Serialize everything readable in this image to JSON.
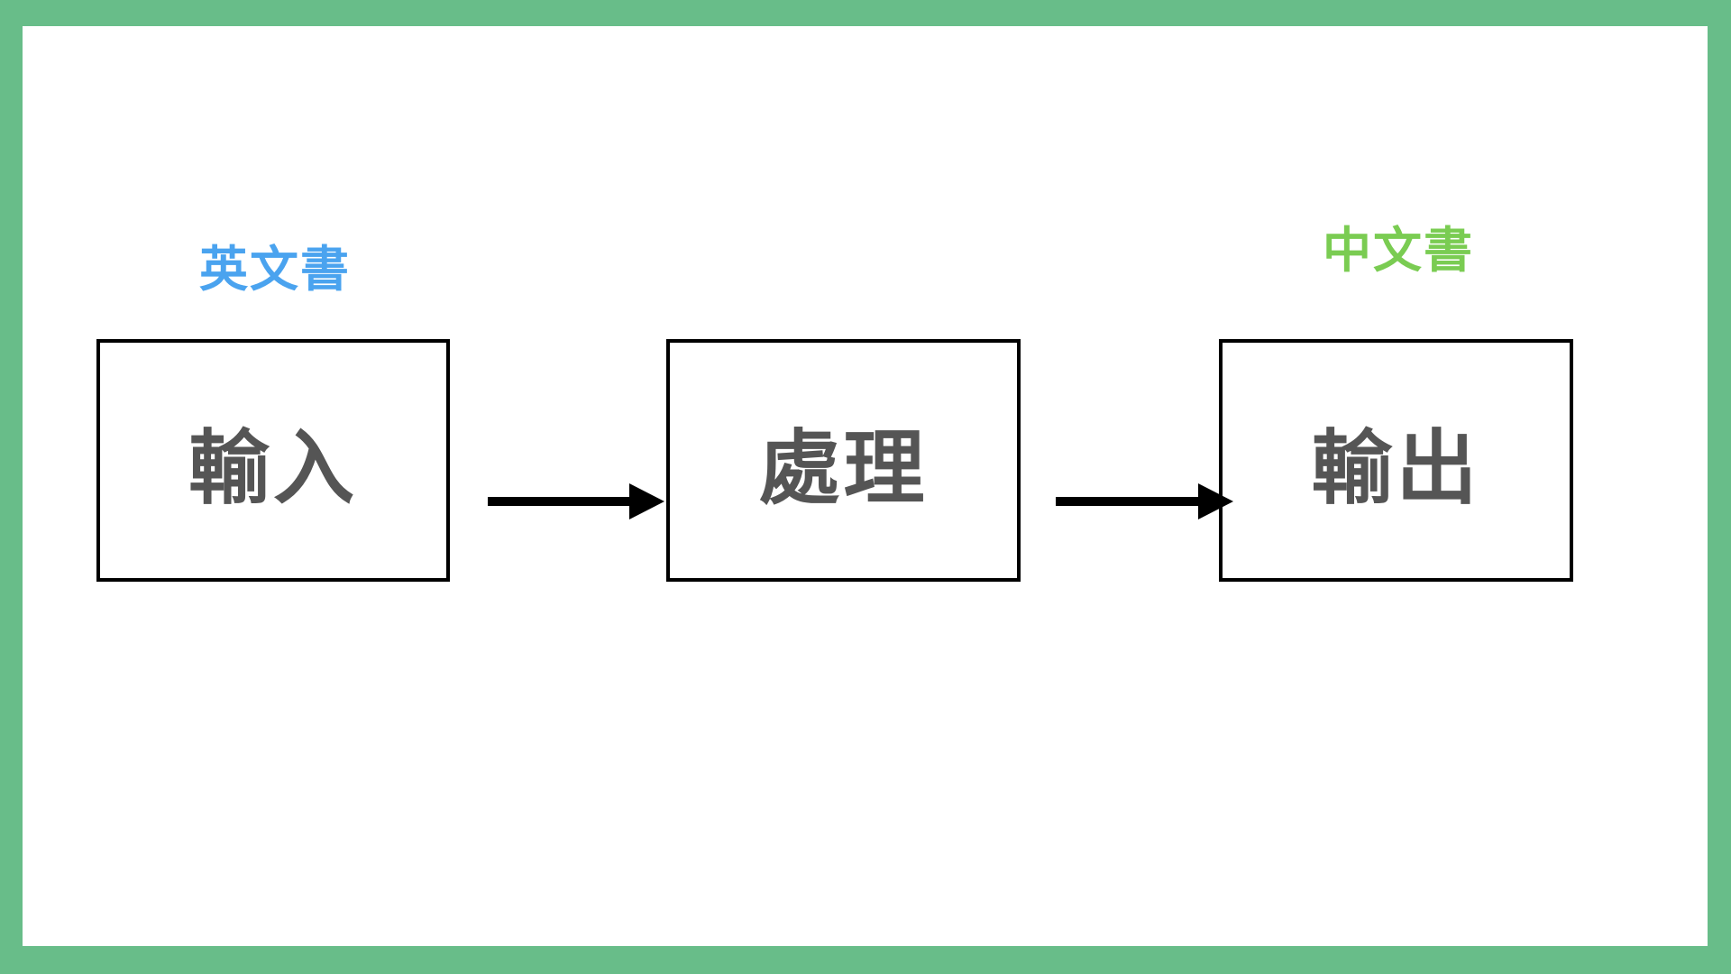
{
  "nodes": {
    "input": {
      "label": "輸入"
    },
    "process": {
      "label": "處理"
    },
    "output": {
      "label": "輸出"
    }
  },
  "annotations": {
    "english_book": "英文書",
    "chinese_book": "中文書"
  },
  "colors": {
    "frame": "#68bd89",
    "node_text": "#555555",
    "english_book": "#4aa3ef",
    "chinese_book": "#7acc52",
    "arrow": "#000000"
  }
}
